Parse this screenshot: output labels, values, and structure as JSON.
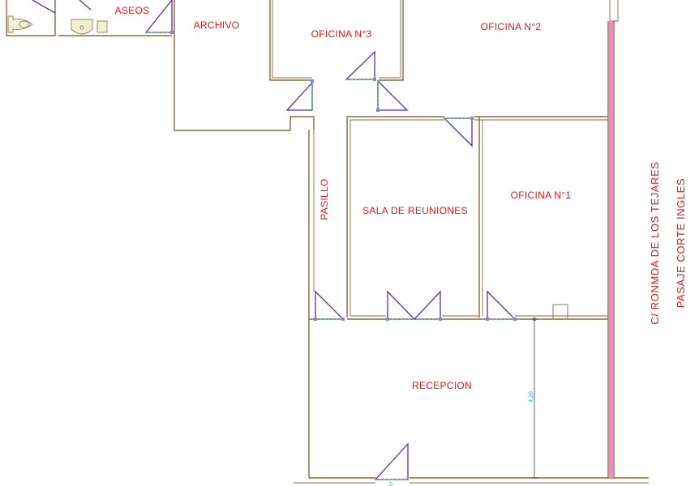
{
  "rooms": {
    "aseos": "ASEOS",
    "archivo": "ARCHIVO",
    "oficina3": "OFICINA N°3",
    "oficina2": "OFICINA N°2",
    "pasillo": "PASILLO",
    "sala_reuniones": "SALA DE REUNIONES",
    "oficina1": "OFICINA N°1",
    "recepcion": "RECEPCION"
  },
  "street_labels": {
    "street_1": "C/ RONMDA DE LOS TEJARES",
    "street_2": "PASAJE CORTE INGLES"
  },
  "dimension": {
    "height_value": "4.20"
  },
  "colors": {
    "wall": "#8a6a3a",
    "door": "#5a2ca8",
    "sill": "#35c835",
    "facade": "#ff7fd2",
    "room_text": "#e01818",
    "dimension_text": "#19b4cf"
  }
}
